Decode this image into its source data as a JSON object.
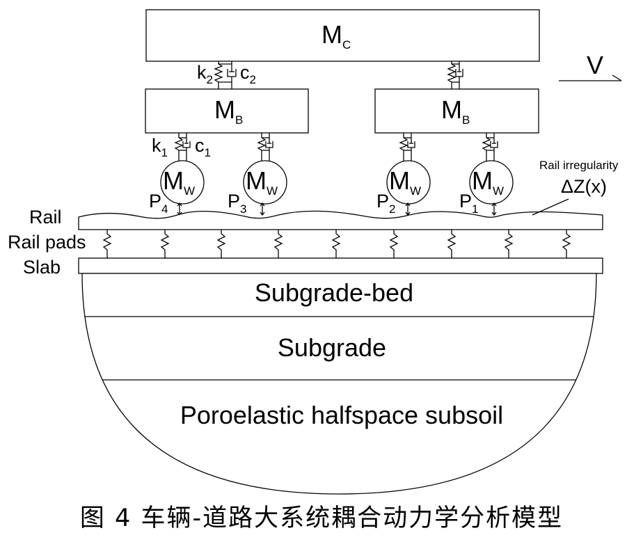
{
  "car_body": {
    "main": "M",
    "sub": "C"
  },
  "bogie": {
    "main": "M",
    "sub": "B"
  },
  "wheel": {
    "main": "M",
    "sub": "W"
  },
  "secondary": {
    "k": "k",
    "k_sub": "2",
    "c": "c",
    "c_sub": "2"
  },
  "primary": {
    "k": "k",
    "k_sub": "1",
    "c": "c",
    "c_sub": "1"
  },
  "forces": [
    {
      "main": "P",
      "sub": "4"
    },
    {
      "main": "P",
      "sub": "3"
    },
    {
      "main": "P",
      "sub": "2"
    },
    {
      "main": "P",
      "sub": "1"
    }
  ],
  "velocity": "V",
  "irregularity": {
    "title": "Rail irregularity",
    "symbol": "ΔZ(x)"
  },
  "layers": {
    "rail": "Rail",
    "rail_pads": "Rail pads",
    "slab": "Slab",
    "subgrade_bed": "Subgrade-bed",
    "subgrade": "Subgrade",
    "subsoil": "Poroelastic halfspace subsoil"
  },
  "caption": "图 4 车辆-道路大系统耦合动力学分析模型"
}
